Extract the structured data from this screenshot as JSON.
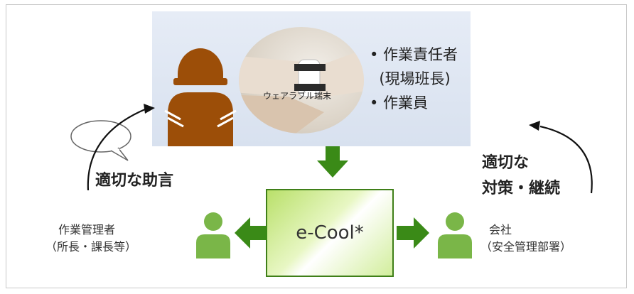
{
  "panel": {
    "wearable_label": "ウェアラブル端末",
    "roles": [
      "• 作業責任者",
      "  (現場班長)",
      "• 作業員"
    ]
  },
  "center": {
    "system_label": "e-Cool*"
  },
  "left": {
    "advice_label": "適切な助言",
    "actor_line1": "作業管理者",
    "actor_line2": "（所長・課長等）"
  },
  "right": {
    "measure_line1": "適切な",
    "measure_line2": "対策・継続",
    "actor_line1": "会社",
    "actor_line2": "（安全管理部署）"
  },
  "colors": {
    "arrow_green": "#3a8a17",
    "person_green": "#7ab648",
    "person_brown": "#9c4e08",
    "box_border": "#3f7f18"
  }
}
